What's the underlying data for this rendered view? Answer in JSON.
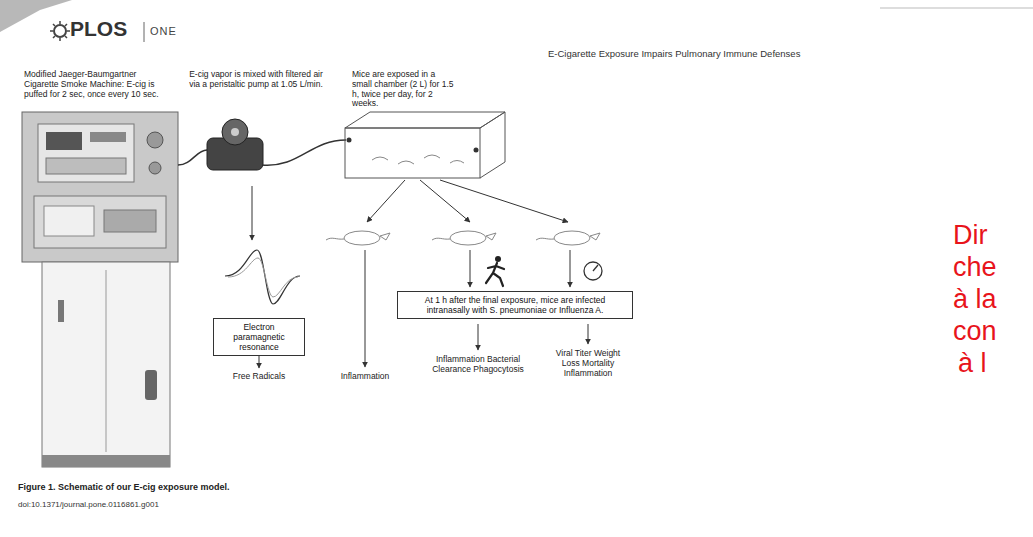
{
  "diagram": {
    "caption": "Figure 1. Schematic of our E-cig exposure model.",
    "nodes": [
      {
        "text": [
          "Electron paramagnetic resonance"
        ]
      },
      {
        "text": [
          "At 1 h after the final exposure, mice are infected intranasally with S. pneumoniae or Influenza A."
        ]
      }
    ],
    "labels": [
      "PLOS",
      "ONE",
      "E-Cigarette Exposure Impairs Pulmonary Immune Defenses",
      "Modified Jaeger-Baumgartner Cigarette Smoke Machine: E-cig is puffed for 2 sec, once every 10 sec.",
      "E-cig vapor is mixed with filtered air via a peristaltic pump at 1.05 L/min.",
      "Mice are exposed in a small chamber (2 L) for 1.5 h, twice per day, for 2 weeks.",
      "Free Radicals",
      "Inflammation",
      "Inflammation Bacterial Clearance Phagocytosis",
      "Viral Titer Weight Loss Mortality Inflammation",
      "doi:10.1371/journal.pone.0116861.g001",
      "Dir",
      "che",
      "à la",
      "con",
      "à l"
    ]
  }
}
